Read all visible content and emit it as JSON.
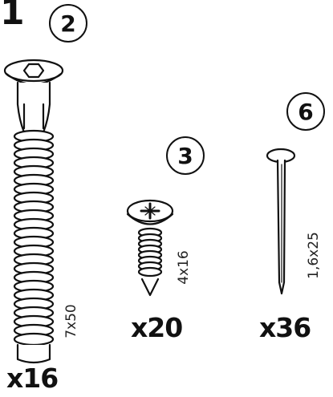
{
  "step_number": "1",
  "parts": [
    {
      "id": "2",
      "size": "7x50",
      "quantity": "x16"
    },
    {
      "id": "3",
      "size": "4x16",
      "quantity": "x20"
    },
    {
      "id": "6",
      "size": "1,6x25",
      "quantity": "x36"
    }
  ]
}
